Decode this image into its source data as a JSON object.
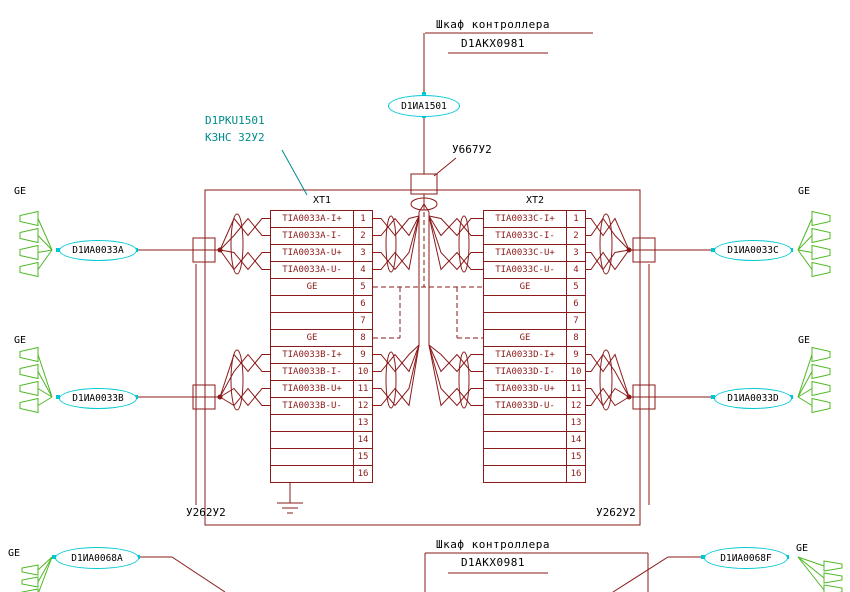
{
  "colors": {
    "wire": "#8b1a1a",
    "tag_outline": "#00c8d2",
    "device_symbol": "#4fb825",
    "device_label_text": "#008b8b",
    "text": "#000000"
  },
  "cabinet_top": {
    "title": "Шкаф контроллера",
    "code": "D1AKX0981"
  },
  "cabinet_bottom": {
    "title": "Шкаф контроллера",
    "code": "D1AKX0981"
  },
  "tags": {
    "controller_cable": "D1ИА1501",
    "left_a": "D1ИА0033A",
    "left_b": "D1ИА0033B",
    "right_c": "D1ИА0033C",
    "right_d": "D1ИА0033D",
    "bottom_left": "D1ИА0068A",
    "bottom_right": "D1ИА0068F"
  },
  "cables": {
    "top": "У667У2",
    "bottom_left": "У262У2",
    "bottom_right": "У262У2"
  },
  "device_label": {
    "line1": "D1PKU1501",
    "line2": "КЗНС 32У2"
  },
  "ge": "GE",
  "xt1": {
    "title": "XT1",
    "rows": [
      {
        "label": "TIA0033A-I+",
        "num": "1"
      },
      {
        "label": "TIA0033A-I-",
        "num": "2"
      },
      {
        "label": "TIA0033A-U+",
        "num": "3"
      },
      {
        "label": "TIA0033A-U-",
        "num": "4"
      },
      {
        "label": "GE",
        "num": "5"
      },
      {
        "label": "",
        "num": "6"
      },
      {
        "label": "",
        "num": "7"
      },
      {
        "label": "GE",
        "num": "8"
      },
      {
        "label": "TIA0033B-I+",
        "num": "9"
      },
      {
        "label": "TIA0033B-I-",
        "num": "10"
      },
      {
        "label": "TIA0033B-U+",
        "num": "11"
      },
      {
        "label": "TIA0033B-U-",
        "num": "12"
      },
      {
        "label": "",
        "num": "13"
      },
      {
        "label": "",
        "num": "14"
      },
      {
        "label": "",
        "num": "15"
      },
      {
        "label": "",
        "num": "16"
      }
    ]
  },
  "xt2": {
    "title": "XT2",
    "rows": [
      {
        "label": "TIA0033C-I+",
        "num": "1"
      },
      {
        "label": "TIA0033C-I-",
        "num": "2"
      },
      {
        "label": "TIA0033C-U+",
        "num": "3"
      },
      {
        "label": "TIA0033C-U-",
        "num": "4"
      },
      {
        "label": "GE",
        "num": "5"
      },
      {
        "label": "",
        "num": "6"
      },
      {
        "label": "",
        "num": "7"
      },
      {
        "label": "GE",
        "num": "8"
      },
      {
        "label": "TIA0033D-I+",
        "num": "9"
      },
      {
        "label": "TIA0033D-I-",
        "num": "10"
      },
      {
        "label": "TIA0033D-U+",
        "num": "11"
      },
      {
        "label": "TIA0033D-U-",
        "num": "12"
      },
      {
        "label": "",
        "num": "13"
      },
      {
        "label": "",
        "num": "14"
      },
      {
        "label": "",
        "num": "15"
      },
      {
        "label": "",
        "num": "16"
      }
    ]
  }
}
